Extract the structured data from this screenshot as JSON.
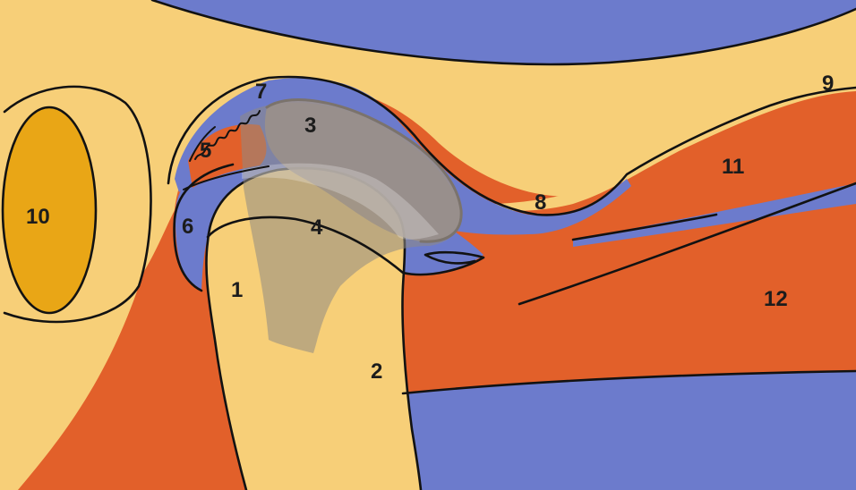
{
  "colors": {
    "cream": "#f7cf78",
    "blue": "#6c7bcc",
    "orange": "#e2602a",
    "gold": "#e9a616",
    "disc_grey": "#9c9288",
    "outline": "#121212"
  },
  "labels": [
    {
      "id": "1",
      "text": "1"
    },
    {
      "id": "2",
      "text": "2"
    },
    {
      "id": "3",
      "text": "3"
    },
    {
      "id": "4",
      "text": "4"
    },
    {
      "id": "5",
      "text": "5"
    },
    {
      "id": "6",
      "text": "6"
    },
    {
      "id": "7",
      "text": "7"
    },
    {
      "id": "8",
      "text": "8"
    },
    {
      "id": "9",
      "text": "9"
    },
    {
      "id": "10",
      "text": "10"
    },
    {
      "id": "11",
      "text": "11"
    },
    {
      "id": "12",
      "text": "12"
    }
  ]
}
